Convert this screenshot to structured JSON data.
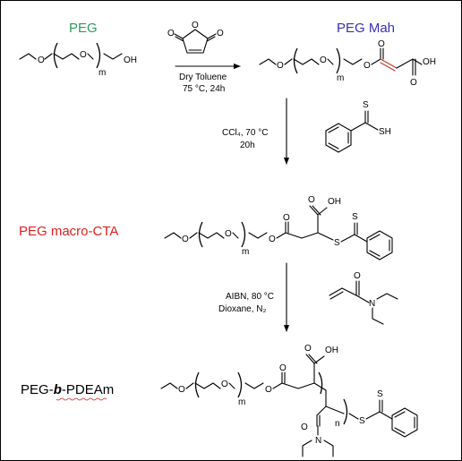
{
  "compounds": {
    "peg": {
      "label": "PEG",
      "color": "#2e9a5b",
      "repeat": "m"
    },
    "peg_mah": {
      "label": "PEG Mah",
      "color": "#3b2fb5",
      "repeat": "m"
    },
    "macro_cta": {
      "label": "PEG macro-CTA",
      "color": "#e02020",
      "repeat": "m"
    },
    "product": {
      "label_1": "PEG-",
      "label_2": "b",
      "label_3": "-PDEAm",
      "color": "#000000",
      "repeat_m": "m",
      "repeat_n": "n"
    }
  },
  "steps": {
    "step1": {
      "line1": "Dry Toluene",
      "line2": "75 °C, 24h"
    },
    "step2": {
      "line1": "CCl₄, 70 °C",
      "line2": "20h"
    },
    "step3": {
      "line1": "AIBN, 80 °C",
      "line2": "Dioxane, N₂"
    }
  },
  "atoms": {
    "O": "O",
    "OH": "OH",
    "S": "S",
    "SH": "SH",
    "N": "N"
  }
}
